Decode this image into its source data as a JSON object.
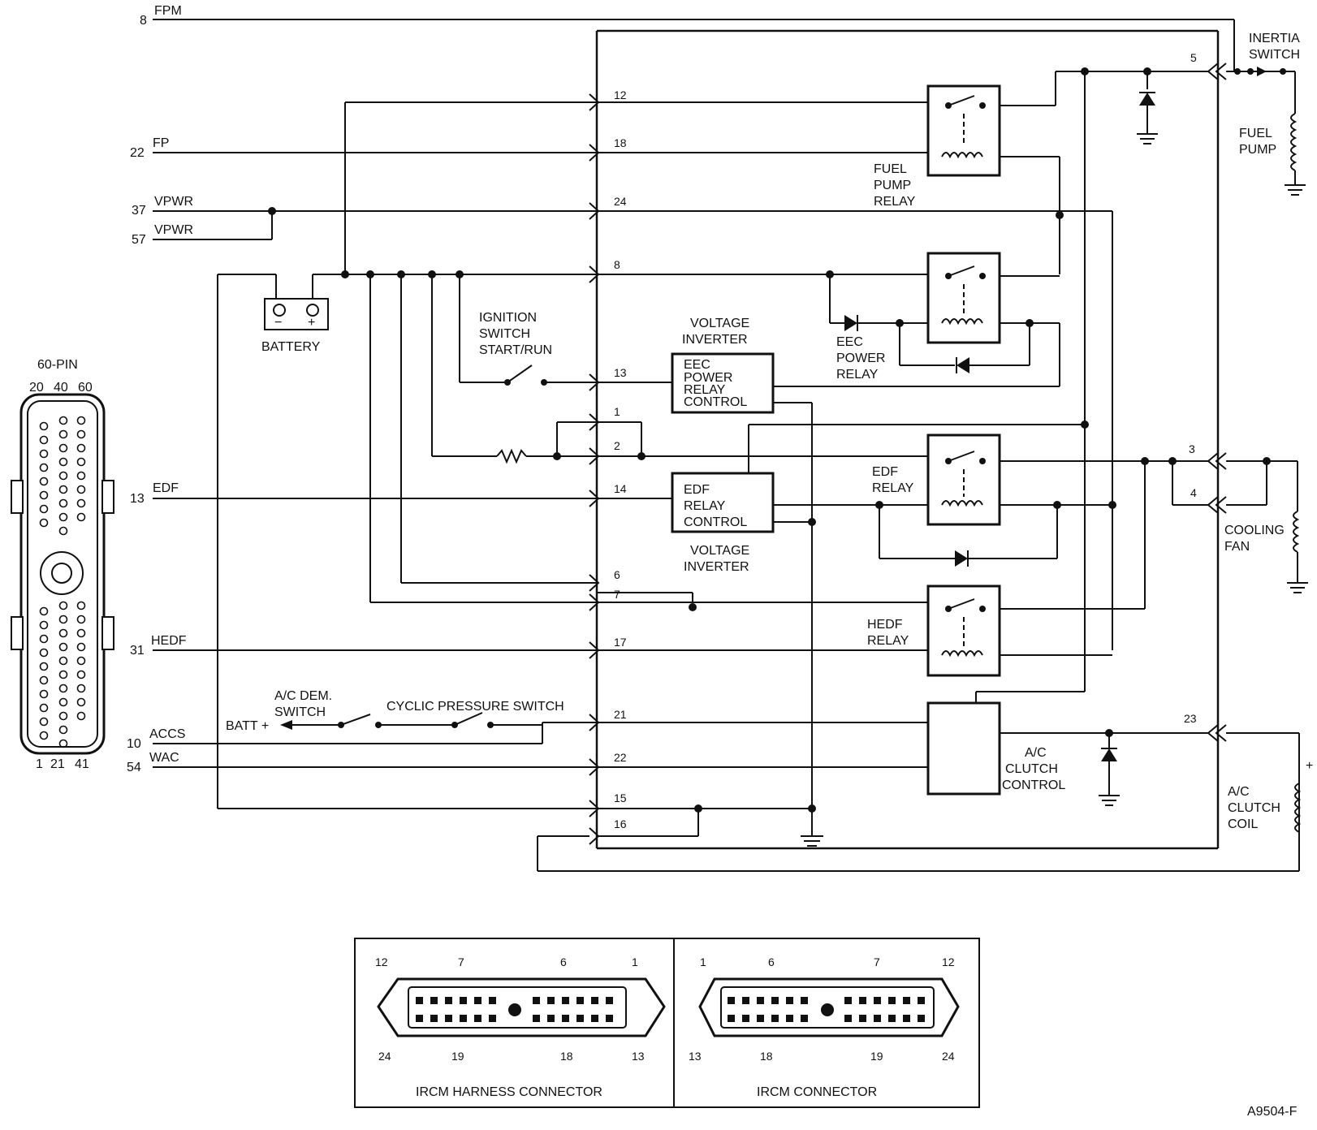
{
  "ecm": {
    "title": "60-PIN",
    "top_pins": [
      "20",
      "40",
      "60"
    ],
    "bottom_pins": [
      "1",
      "21",
      "41"
    ]
  },
  "signals": {
    "fpm": {
      "pin": "8",
      "name": "FPM"
    },
    "fp": {
      "pin": "22",
      "name": "FP"
    },
    "vpwr1": {
      "pin": "37",
      "name": "VPWR"
    },
    "vpwr2": {
      "pin": "57",
      "name": "VPWR"
    },
    "edf": {
      "pin": "13",
      "name": "EDF"
    },
    "hedf": {
      "pin": "31",
      "name": "HEDF"
    },
    "accs": {
      "pin": "10",
      "name": "ACCS"
    },
    "wac": {
      "pin": "54",
      "name": "WAC"
    }
  },
  "ircm_pins": {
    "p12": "12",
    "p18": "18",
    "p24": "24",
    "p8": "8",
    "p13": "13",
    "p1": "1",
    "p2": "2",
    "p14": "14",
    "p6": "6",
    "p7": "7",
    "p17": "17",
    "p21": "21",
    "p22": "22",
    "p15": "15",
    "p16": "16",
    "p5": "5",
    "p3": "3",
    "p4": "4",
    "p23": "23"
  },
  "labels": {
    "battery": "BATTERY",
    "ign1": "IGNITION",
    "ign2": "SWITCH",
    "ign3": "START/RUN",
    "vi_top1": "VOLTAGE",
    "vi_top2": "INVERTER",
    "eec_ctrl1": "EEC",
    "eec_ctrl2": "POWER",
    "eec_ctrl3": "RELAY",
    "eec_ctrl4": "CONTROL",
    "edf_ctrl1": "EDF",
    "edf_ctrl2": "RELAY",
    "edf_ctrl3": "CONTROL",
    "vi_bot1": "VOLTAGE",
    "vi_bot2": "INVERTER",
    "fpr1": "FUEL",
    "fpr2": "PUMP",
    "fpr3": "RELAY",
    "eecr1": "EEC",
    "eecr2": "POWER",
    "eecr3": "RELAY",
    "edfr1": "EDF",
    "edfr2": "RELAY",
    "hedfr1": "HEDF",
    "hedfr2": "RELAY",
    "acc1": "A/C",
    "acc2": "CLUTCH",
    "acc3": "CONTROL",
    "inertia1": "INERTIA",
    "inertia2": "SWITCH",
    "fuelpump1": "FUEL",
    "fuelpump2": "PUMP",
    "fan1": "COOLING",
    "fan2": "FAN",
    "coil1": "A/C",
    "coil2": "CLUTCH",
    "coil3": "COIL",
    "acdem1": "A/C DEM.",
    "acdem2": "SWITCH",
    "cyclic": "CYCLIC  PRESSURE  SWITCH",
    "batt": "BATT +",
    "plus": "+",
    "minus": "−"
  },
  "connectors": {
    "harness_title": "IRCM HARNESS CONNECTOR",
    "ircm_title": "IRCM CONNECTOR",
    "harness_pins": [
      "12",
      "7",
      "6",
      "1",
      "24",
      "19",
      "18",
      "13"
    ],
    "ircm_pins": [
      "1",
      "6",
      "7",
      "12",
      "13",
      "18",
      "19",
      "24"
    ]
  },
  "figure_id": "A9504-F"
}
